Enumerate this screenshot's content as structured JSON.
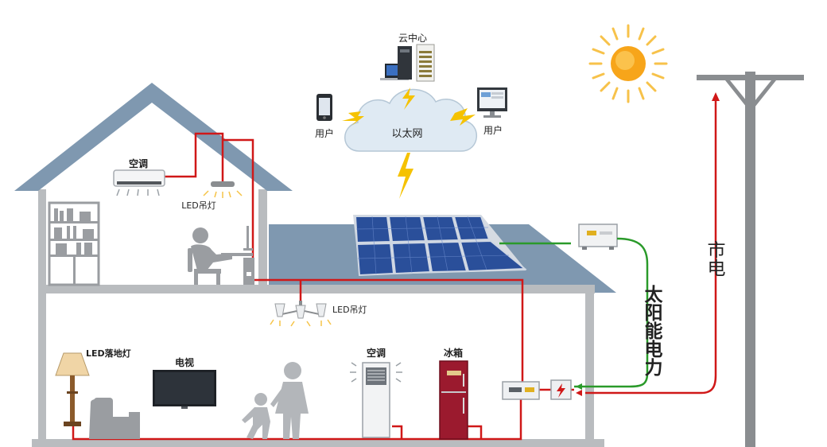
{
  "labels": {
    "cloud_center": "云中心",
    "ethernet": "以太网",
    "user_left": "用户",
    "user_right": "用户",
    "ac_upstairs": "空调",
    "led_pendant_upstairs": "LED吊灯",
    "led_pendant_downstairs": "LED吊灯",
    "led_floor_lamp": "LED落地灯",
    "tv": "电视",
    "ac_floor": "空调",
    "fridge": "冰箱",
    "solar_power": "太阳能电力",
    "grid_power": "市电"
  },
  "colors": {
    "house": "#b9bcbf",
    "roof": "#7f98b0",
    "red_wire": "#d01818",
    "green_wire": "#2a9a2a",
    "sun": "#f7b52a",
    "cloud": "#dfeaf3",
    "lightning": "#f5c200",
    "panel": "#2a4f9a"
  },
  "icons": [
    "sun-icon",
    "utility-pole-icon",
    "cloud-icon",
    "server-icon",
    "desktop-icon",
    "phone-icon",
    "monitor-icon",
    "lightning-icon",
    "solar-panel-icon",
    "inverter-icon",
    "air-conditioner-icon",
    "pendant-lamp-icon",
    "bookshelf-icon",
    "person-at-desk-icon",
    "chandelier-icon",
    "floor-lamp-icon",
    "armchair-icon",
    "tv-icon",
    "family-icon",
    "standing-ac-icon",
    "fridge-icon",
    "meter-box-icon",
    "breaker-icon"
  ]
}
